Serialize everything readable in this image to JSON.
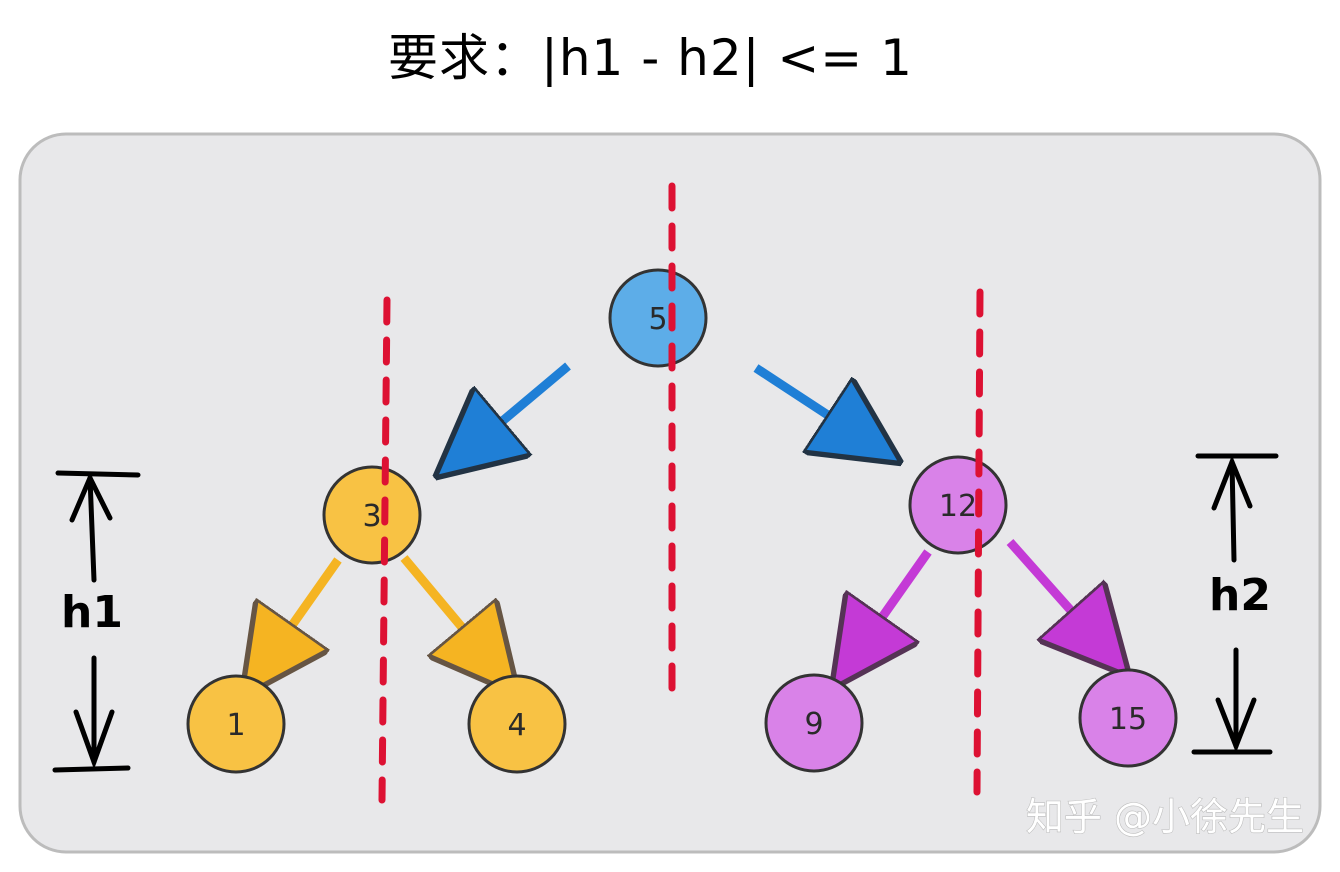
{
  "title": "要求：|h1 - h2| <= 1",
  "nodes": {
    "root": "5",
    "left": "3",
    "right": "12",
    "left_left": "1",
    "left_right": "4",
    "right_left": "9",
    "right_right": "15"
  },
  "heights": {
    "left": "h1",
    "right": "h2"
  },
  "watermark": "知乎 @小徐先生",
  "colors": {
    "panel": "#e8e8ea",
    "root": "#5dade8",
    "left_subtree": "#f8c244",
    "right_subtree": "#d982e8",
    "dashed_line": "#dd1133",
    "root_arrow": "#1f7fd6",
    "left_arrow": "#f5b422",
    "right_arrow": "#c43ad6"
  }
}
